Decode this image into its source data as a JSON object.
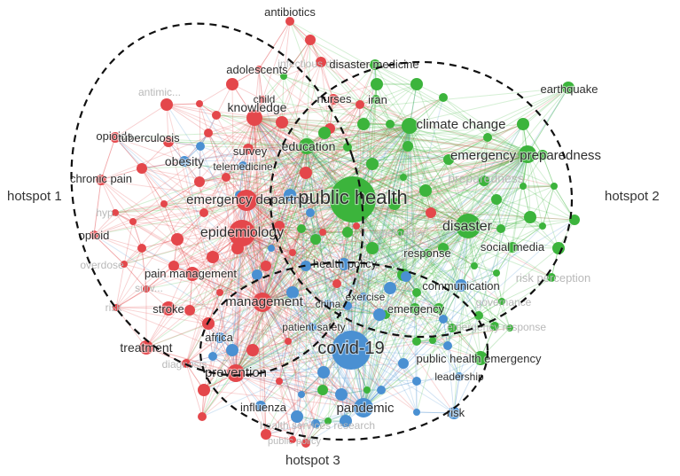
{
  "hotspot_labels": {
    "h1": "hotspot 1",
    "h2": "hotspot 2",
    "h3": "hotspot 3"
  },
  "colors": {
    "red": "#e4474b",
    "green": "#3cb43c",
    "blue": "#4a90d2",
    "ellipse": "#111111"
  },
  "nodes": [
    {
      "id": "antibiotics",
      "label": "antibiotics",
      "cluster": "red",
      "size": 5,
      "fs": 13
    },
    {
      "id": "adolescents",
      "label": "adolescents",
      "cluster": "red",
      "size": 4,
      "fs": 13
    },
    {
      "id": "infectious-diseases",
      "label": "infectious diseases",
      "cluster": "green",
      "size": 4,
      "fs": 12,
      "faded": true
    },
    {
      "id": "disaster-medicine",
      "label": "disaster medicine",
      "cluster": "green",
      "size": 6,
      "fs": 13
    },
    {
      "id": "earthquake",
      "label": "earthquake",
      "cluster": "green",
      "size": 7,
      "fs": 13
    },
    {
      "id": "child",
      "label": "child",
      "cluster": "red",
      "size": 4,
      "fs": 12
    },
    {
      "id": "nurses",
      "label": "nurses",
      "cluster": "red",
      "size": 6,
      "fs": 13
    },
    {
      "id": "iran",
      "label": "iran",
      "cluster": "green",
      "size": 5,
      "fs": 13
    },
    {
      "id": "antimicrobial",
      "label": "antimic...",
      "cluster": "red",
      "size": 4,
      "fs": 12,
      "faded": true
    },
    {
      "id": "knowledge",
      "label": "knowledge",
      "cluster": "red",
      "size": 9,
      "fs": 14
    },
    {
      "id": "climate-change",
      "label": "climate change",
      "cluster": "green",
      "size": 9,
      "fs": 15
    },
    {
      "id": "opioids",
      "label": "opioids",
      "cluster": "red",
      "size": 6,
      "fs": 13
    },
    {
      "id": "tuberculosis",
      "label": "tuberculosis",
      "cluster": "red",
      "size": 6,
      "fs": 13
    },
    {
      "id": "survey",
      "label": "survey",
      "cluster": "red",
      "size": 6,
      "fs": 13
    },
    {
      "id": "education",
      "label": "education",
      "cluster": "green",
      "size": 9,
      "fs": 14
    },
    {
      "id": "obesity",
      "label": "obesity",
      "cluster": "blue",
      "size": 6,
      "fs": 14
    },
    {
      "id": "telemedicine",
      "label": "telemedicine",
      "cluster": "blue",
      "size": 5,
      "fs": 12
    },
    {
      "id": "emergency-preparedness",
      "label": "emergency preparedness",
      "cluster": "green",
      "size": 10,
      "fs": 15
    },
    {
      "id": "chronic-pain",
      "label": "chronic pain",
      "cluster": "red",
      "size": 6,
      "fs": 13
    },
    {
      "id": "preparedness",
      "label": "preparedness",
      "cluster": "green",
      "size": 6,
      "fs": 14,
      "faded": true
    },
    {
      "id": "emergency-department",
      "label": "emergency departme",
      "cluster": "red",
      "size": 12,
      "fs": 15
    },
    {
      "id": "public-health",
      "label": "public health",
      "cluster": "green",
      "size": 26,
      "fs": 22
    },
    {
      "id": "hypertension",
      "label": "hyp...",
      "cluster": "red",
      "size": 4,
      "fs": 12,
      "faded": true
    },
    {
      "id": "epidemiology",
      "label": "epidemiology",
      "cluster": "red",
      "size": 15,
      "fs": 16
    },
    {
      "id": "disaster",
      "label": "disaster",
      "cluster": "green",
      "size": 14,
      "fs": 16
    },
    {
      "id": "opioid",
      "label": "opioid",
      "cluster": "red",
      "size": 5,
      "fs": 13
    },
    {
      "id": "emergency",
      "label": "emergency",
      "cluster": "green",
      "size": 4,
      "fs": 12,
      "faded": true
    },
    {
      "id": "overdose",
      "label": "overdose",
      "cluster": "red",
      "size": 4,
      "fs": 12,
      "faded": true
    },
    {
      "id": "social-media",
      "label": "social media",
      "cluster": "green",
      "size": 6,
      "fs": 13
    },
    {
      "id": "response",
      "label": "response",
      "cluster": "green",
      "size": 5,
      "fs": 13
    },
    {
      "id": "health-policy",
      "label": "health policy",
      "cluster": "blue",
      "size": 7,
      "fs": 13
    },
    {
      "id": "pain-management",
      "label": "pain management",
      "cluster": "red",
      "size": 8,
      "fs": 13
    },
    {
      "id": "surveillance",
      "label": "surv...",
      "cluster": "red",
      "size": 4,
      "fs": 12,
      "faded": true
    },
    {
      "id": "risk-perception",
      "label": "risk perception",
      "cluster": "green",
      "size": 5,
      "fs": 13,
      "faded": true
    },
    {
      "id": "communication",
      "label": "communication",
      "cluster": "blue",
      "size": 7,
      "fs": 13
    },
    {
      "id": "exercise",
      "label": "exercise",
      "cluster": "blue",
      "size": 5,
      "fs": 12
    },
    {
      "id": "management",
      "label": "management",
      "cluster": "red",
      "size": 11,
      "fs": 15
    },
    {
      "id": "china",
      "label": "china",
      "cluster": "blue",
      "size": 5,
      "fs": 12
    },
    {
      "id": "governance",
      "label": "governance",
      "cluster": "green",
      "size": 4,
      "fs": 12,
      "faded": true
    },
    {
      "id": "risk-factor",
      "label": "risk",
      "cluster": "red",
      "size": 4,
      "fs": 12,
      "faded": true
    },
    {
      "id": "stroke",
      "label": "stroke",
      "cluster": "red",
      "size": 8,
      "fs": 13
    },
    {
      "id": "emergency-2",
      "label": "emergency",
      "cluster": "green",
      "size": 6,
      "fs": 13
    },
    {
      "id": "patient-safety",
      "label": "patient safety",
      "cluster": "blue",
      "size": 5,
      "fs": 12
    },
    {
      "id": "emergency-response",
      "label": "emergency response",
      "cluster": "green",
      "size": 5,
      "fs": 12,
      "faded": true
    },
    {
      "id": "africa",
      "label": "africa",
      "cluster": "blue",
      "size": 6,
      "fs": 13
    },
    {
      "id": "covid-19",
      "label": "covid-19",
      "cluster": "blue",
      "size": 22,
      "fs": 20
    },
    {
      "id": "treatment",
      "label": "treatment",
      "cluster": "red",
      "size": 8,
      "fs": 14
    },
    {
      "id": "public-health-emergency",
      "label": "public health emergency",
      "cluster": "green",
      "size": 8,
      "fs": 13
    },
    {
      "id": "diagnosis",
      "label": "diagnosis",
      "cluster": "red",
      "size": 5,
      "fs": 12,
      "faded": true
    },
    {
      "id": "prevention",
      "label": "prevention",
      "cluster": "red",
      "size": 10,
      "fs": 15
    },
    {
      "id": "leadership",
      "label": "leadership",
      "cluster": "blue",
      "size": 5,
      "fs": 12
    },
    {
      "id": "influenza",
      "label": "influenza",
      "cluster": "blue",
      "size": 6,
      "fs": 13
    },
    {
      "id": "pandemic",
      "label": "pandemic",
      "cluster": "blue",
      "size": 11,
      "fs": 15
    },
    {
      "id": "risk",
      "label": "risk",
      "cluster": "blue",
      "size": 7,
      "fs": 13
    },
    {
      "id": "health-services-research",
      "label": "health services research",
      "cluster": "blue",
      "size": 5,
      "fs": 12,
      "faded": true
    },
    {
      "id": "public-policy",
      "label": "public policy",
      "cluster": "red",
      "size": 4,
      "fs": 11,
      "faded": true
    }
  ]
}
